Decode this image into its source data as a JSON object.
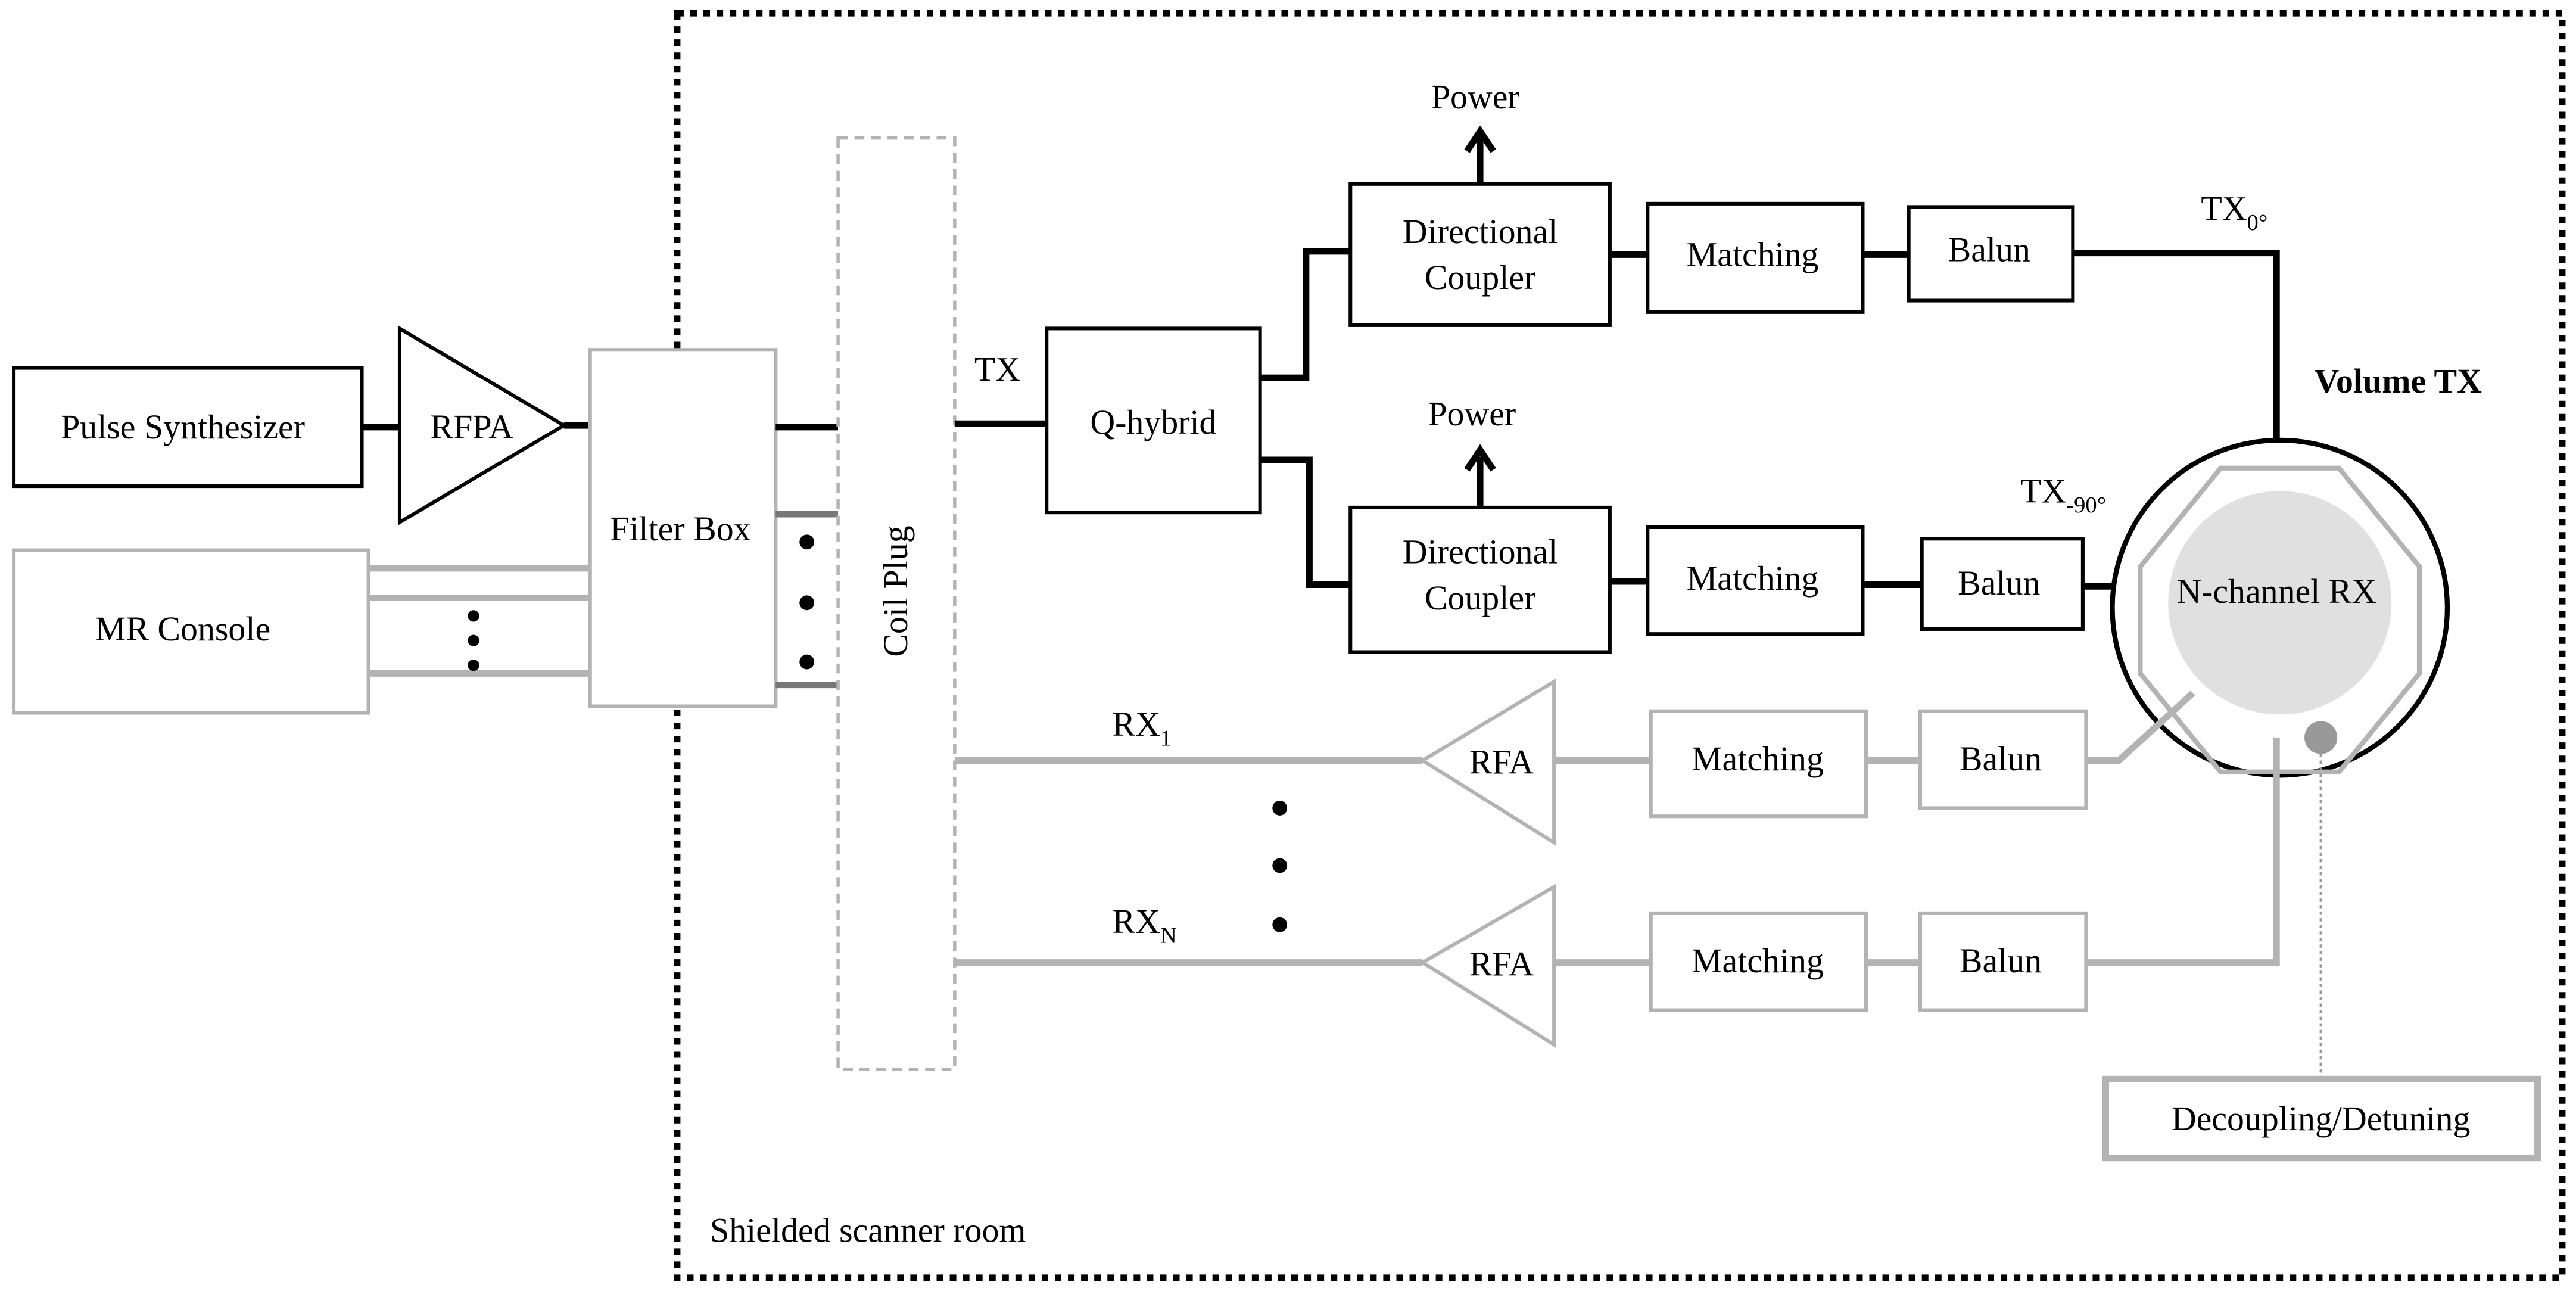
{
  "room_label": "Shielded scanner room",
  "blocks": {
    "pulse_synthesizer": "Pulse Synthesizer",
    "rfpa": "RFPA",
    "mr_console": "MR Console",
    "filter_box": "Filter Box",
    "coil_plug": "Coil Plug",
    "q_hybrid": "Q-hybrid",
    "directional_coupler_line1": "Directional",
    "directional_coupler_line2": "Coupler",
    "matching": "Matching",
    "balun": "Balun",
    "rfa": "RFA",
    "n_channel_rx": "N-channel RX",
    "decoupling": "Decoupling/Detuning",
    "power": "Power"
  },
  "labels": {
    "tx": "TX",
    "tx0": "TX",
    "tx0_sub": "0°",
    "tx90": "TX",
    "tx90_sub": "-90°",
    "volume_tx": "Volume TX",
    "rx1": "RX",
    "rx1_sub": "1",
    "rxn": "RX",
    "rxn_sub": "N"
  },
  "colors": {
    "tx_path": "#000000",
    "rx_path": "#b3b3b3",
    "rx_fill": "#e0e0e0"
  }
}
